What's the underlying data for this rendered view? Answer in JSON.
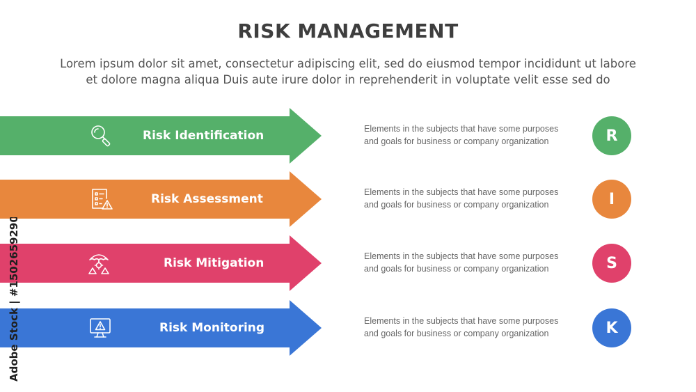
{
  "header": {
    "title": "RISK MANAGEMENT",
    "subtitle_line1": "Lorem ipsum dolor sit amet, consectetur adipiscing elit, sed do eiusmod tempor incididunt ut labore",
    "subtitle_line2": "et dolore magna aliqua Duis aute irure dolor in reprehenderit in voluptate velit esse sed do"
  },
  "steps": [
    {
      "label": "Risk Identification",
      "icon": "magnifier-icon",
      "color": "#55b06a",
      "description_line1": "Elements in the subjects that have  some purposes",
      "description_line2": "and goals for business or company organization",
      "letter": "R"
    },
    {
      "label": "Risk Assessment",
      "icon": "checklist-warning-icon",
      "color": "#e8873d",
      "description_line1": "Elements in the subjects that have  some purposes",
      "description_line2": "and goals for business or company organization",
      "letter": "I"
    },
    {
      "label": "Risk Mitigation",
      "icon": "umbrella-shield-icon",
      "color": "#e0416b",
      "description_line1": "Elements in the subjects that have  some purposes",
      "description_line2": "and goals for business or company organization",
      "letter": "S"
    },
    {
      "label": "Risk Monitoring",
      "icon": "monitor-warning-icon",
      "color": "#3a76d6",
      "description_line1": "Elements in the subjects that have  some purposes",
      "description_line2": "and goals for business or company organization",
      "letter": "K"
    }
  ],
  "watermark": {
    "side_text": "Adobe Stock | #1502659290"
  }
}
